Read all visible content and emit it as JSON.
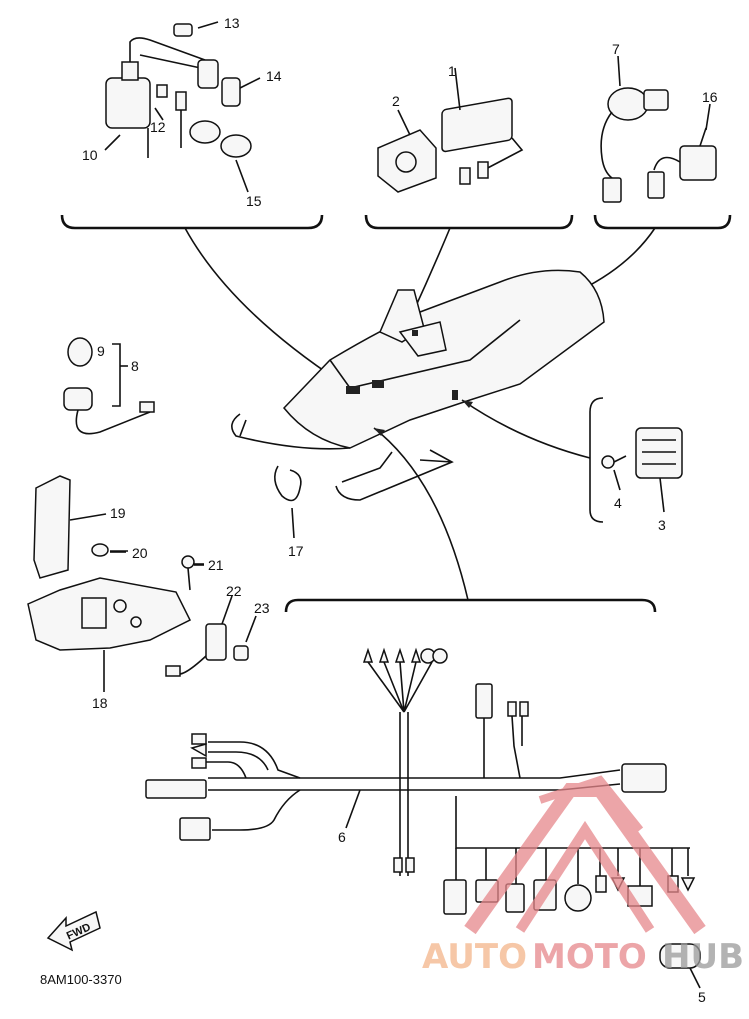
{
  "diagram_code": "8AM100-3370",
  "forward_label": "FWD",
  "callouts": {
    "c1": "1",
    "c2": "2",
    "c3": "3",
    "c4": "4",
    "c5": "5",
    "c6": "6",
    "c7": "7",
    "c8": "8",
    "c9": "9",
    "c10": "10",
    "c12": "12",
    "c13": "13",
    "c14": "14",
    "c15": "15",
    "c16": "16",
    "c17": "17",
    "c18": "18",
    "c19": "19",
    "c20": "20",
    "c21": "21",
    "c22": "22",
    "c23": "23"
  },
  "watermark": {
    "part1": "AUTO",
    "part2": "MOTO",
    "part3": "HUB",
    "color_orange": "#f3b58a",
    "color_red": "#e6878b",
    "color_grey": "#9a9a9a"
  }
}
